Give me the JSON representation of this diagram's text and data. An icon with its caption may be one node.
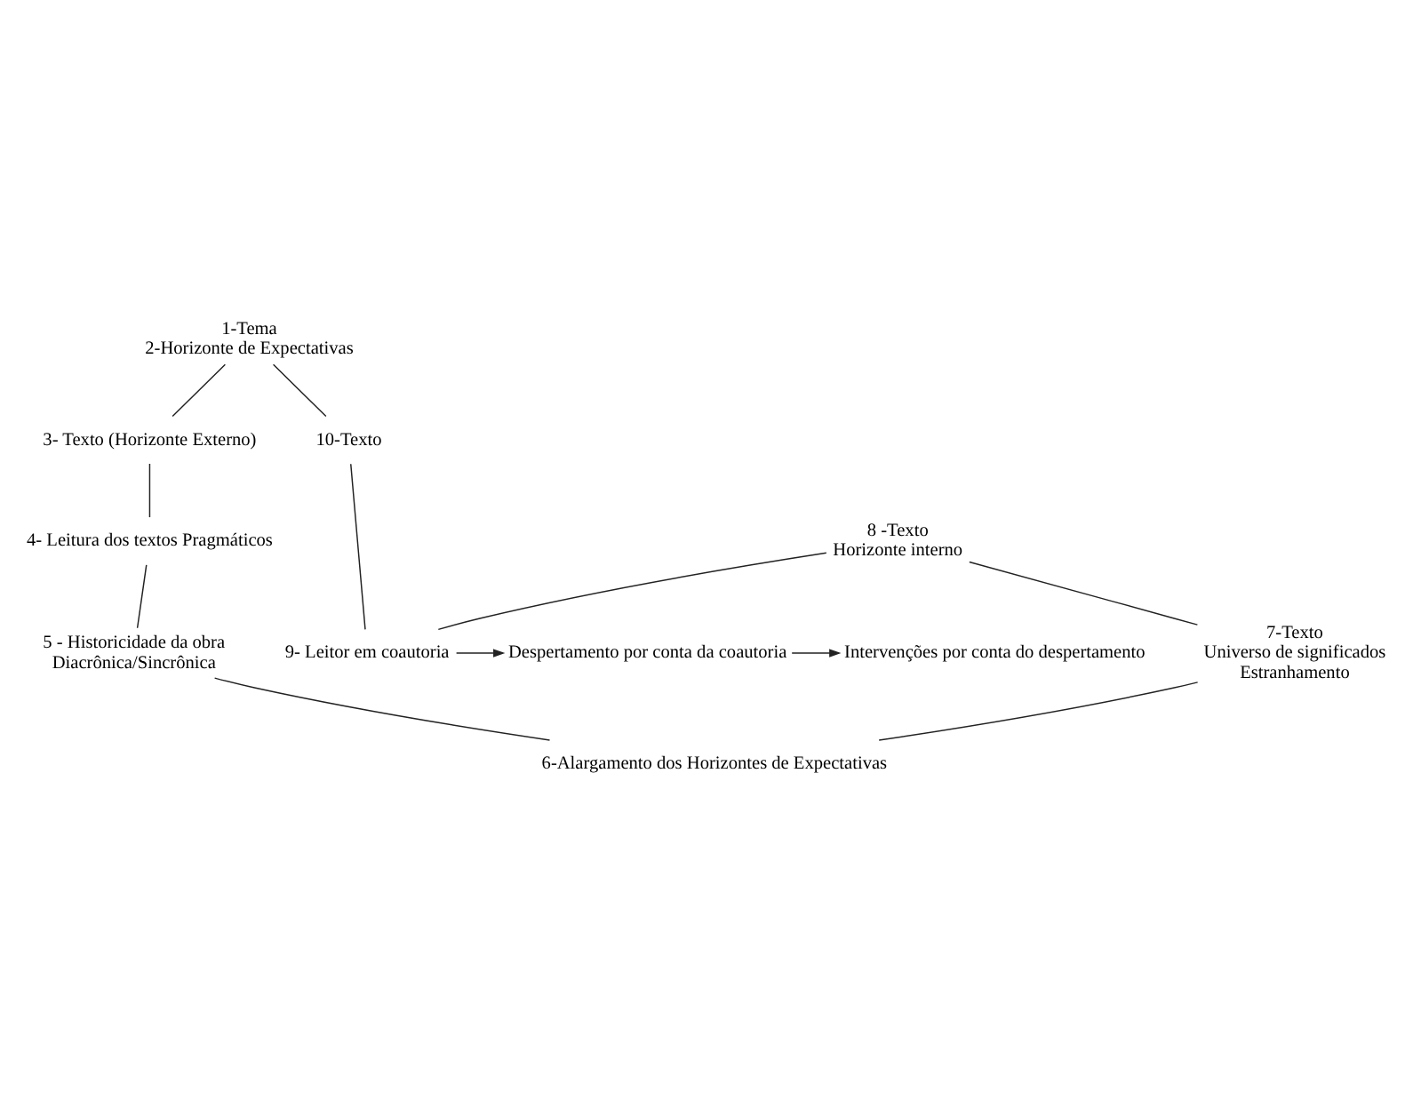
{
  "diagram": {
    "nodes": [
      {
        "text": [
          "1-Tema",
          "2-Horizonte de Expectativas"
        ]
      },
      {
        "text": [
          "3- Texto (Horizonte Externo)"
        ]
      },
      {
        "text": [
          "4- Leitura dos textos Pragmáticos"
        ]
      },
      {
        "text": [
          "5 - Historicidade da obra",
          "Diacrônica/Sincrônica"
        ]
      },
      {
        "text": [
          "6-Alargamento dos Horizontes de Expectativas"
        ]
      },
      {
        "text": [
          "7-Texto",
          "Universo de significados",
          "Estranhamento"
        ]
      },
      {
        "text": [
          "8 -Texto",
          "Horizonte interno"
        ]
      },
      {
        "text": [
          "9- Leitor em coautoria"
        ]
      },
      {
        "text": [
          "Despertamento por conta da coautoria"
        ]
      },
      {
        "text": [
          "Intervenções por conta do despertamento"
        ]
      },
      {
        "text": [
          "10-Texto"
        ]
      }
    ],
    "edges": [
      {
        "from": 0,
        "to": 1,
        "arrow": "none"
      },
      {
        "from": 1,
        "to": 2,
        "arrow": "none"
      },
      {
        "from": 2,
        "to": 3,
        "arrow": "none"
      },
      {
        "from": 3,
        "to": 4,
        "arrow": "none"
      },
      {
        "from": 4,
        "to": 5,
        "arrow": "none"
      },
      {
        "from": 5,
        "to": 6,
        "arrow": "none"
      },
      {
        "from": 6,
        "to": 7,
        "arrow": "none"
      },
      {
        "from": 7,
        "to": 10,
        "arrow": "none"
      },
      {
        "from": 10,
        "to": 0,
        "arrow": "none"
      },
      {
        "from": 7,
        "to": 8,
        "arrow": "to"
      },
      {
        "from": 8,
        "to": 9,
        "arrow": "to"
      }
    ]
  }
}
